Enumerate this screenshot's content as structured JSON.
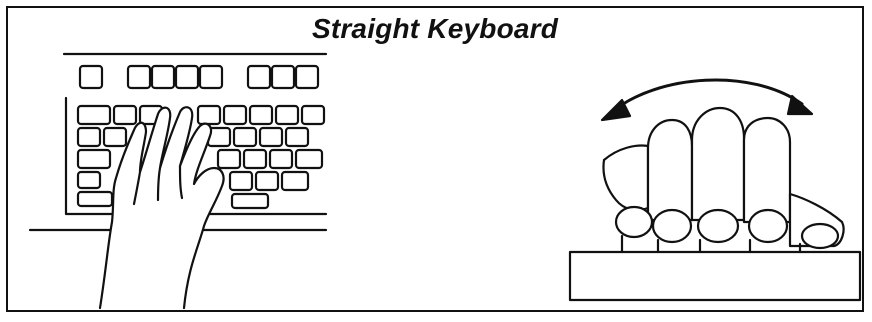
{
  "figure": {
    "title": "Straight Keyboard",
    "left_panel": {
      "illustration": "hand-on-straight-keyboard-top-view"
    },
    "right_panel": {
      "illustration": "hand-rotation-on-keyboard-front-view",
      "arrow_icon": "double-headed-curved-arrow-icon"
    }
  }
}
